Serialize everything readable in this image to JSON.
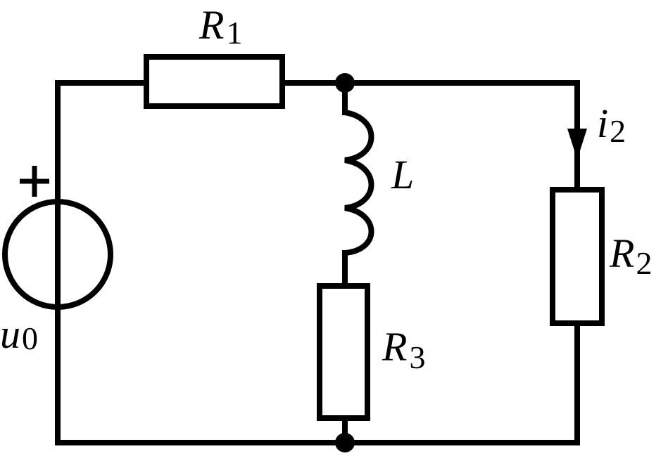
{
  "labels": {
    "r1": {
      "main": "R",
      "sub": "1"
    },
    "r2": {
      "main": "R",
      "sub": "2"
    },
    "r3": {
      "main": "R",
      "sub": "3"
    },
    "inductor": {
      "main": "L"
    },
    "current": {
      "main": "i",
      "sub": "2"
    },
    "source": {
      "main": "u",
      "sub": "0"
    },
    "polarity": "+"
  },
  "colors": {
    "stroke": "#000000",
    "background": "#ffffff"
  }
}
